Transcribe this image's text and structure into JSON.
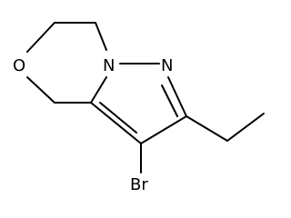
{
  "molecule": {
    "atoms": {
      "oxygen": "O",
      "nitrogen_bridge": "N",
      "nitrogen_imine": "N",
      "bromine": "Br"
    },
    "colors": {
      "bond": "#000000",
      "text": "#000000",
      "background": "#ffffff"
    }
  }
}
